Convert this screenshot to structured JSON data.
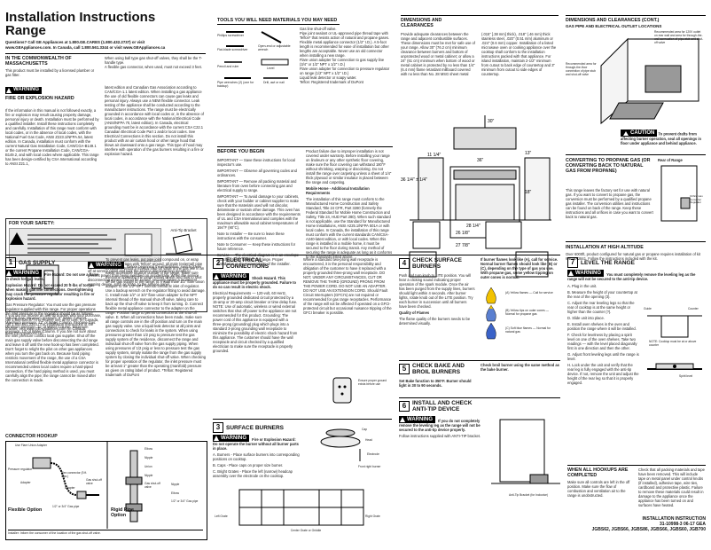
{
  "header": {
    "title_line1": "Installation Instructions",
    "title_line2": "Range",
    "questions": "Questions? Call GE Appliances at 1.800.GE.CARES (1.800.432.2737) or visit",
    "website": "www.GEAppliances.com. In Canada, call 1.800.561.3344 or visit www.GEAppliances.ca"
  },
  "mass": {
    "title": "IN THE COMMONWEALTH OF MASSACHUSETTS",
    "items": [
      "This product must be installed by a licensed plumber or gas fitter.",
      "When using ball type gas shut-off valves, they shall be the T-handle type.",
      "A flexible gas connector, when used, must not exceed 3 feet."
    ]
  },
  "fire": {
    "warning_label": "WARNING",
    "title": "FIRE OR EXPLOSION HAZARD",
    "col1": "If the information in this manual is not followed exactly, a fire or explosion may result causing property damage, personal injury or death. Installation must be performed by a qualified installer. Install these instructions completely and carefully. Installation of this range must conform with local codes, or in the absence of local codes, with the National Fuel Gas Code, ANSI Z223.1/NFPA.54, latest edition. In Canada, installation must conform with the current Natural Gas Installation Code, CAN/CGA-B149.1 or the current Propane Installation Code, CAN/CGA-B149.2, and with local codes where applicable. This range has been design-certified by CSA International according to ANSI Z21.1,",
    "col2": "latest edition and Canadian Gas Association according to CAN/CGA-1.1 latest edition. When installing a gas appliance the use of old flexible connectors can cause gas leaks and personal injury. Always use a NEW flexible connector. Leak testing of the appliance shall be conducted according to the manufacturer instructions. The range must be electrically grounded in accordance with local codes or, in the absence of local codes, in accordance with the National Electrical Code (ANSI/NFPA 70, latest edition). In Canada, electrical grounding must be in accordance with the current CSA C22.1 Canadian Electrical Code Part 1 and/or local codes. See Electrical Connections in this section. Do not install this product with an air curtain hood or other range hood that blows air downward onto a gas range. This type of hood may interfere with operation of the gas burners resulting in a fire or explosion hazard."
  },
  "safety": {
    "title": "FOR YOUR SAFETY:",
    "tipover": "Anti-Tip Bracket",
    "warning_label": "WARNING",
    "text": "Before beginning the installation, switch power off at service panel and lock the service disconnecting means to prevent power from being switched on accidentally. When the service disconnecting means cannot be locked, securely fasten a prominent warning device, such as a tag, to the service panel.",
    "footer": "If you did not receive an anti-tip bracket with your purchase, call 1.800.626.8774 to receive one at no cost. (In Canada, call 1.800.561.3344.) For installation instructions of the bracket, visit www.GEAppliances.com (In Canada, www.GEAppliances.ca)."
  },
  "tools": {
    "title": "TOOLS YOU WILL NEED MATERIALS YOU MAY NEED",
    "tool_labels": [
      "Phillips screwdriver",
      "Flat-blade screwdriver",
      "Open-end or adjustable wrench",
      "Pencil and ruler",
      "Level",
      "Pipe wrenches (2) (one for backup)",
      "Drill, awl or nail"
    ],
    "materials": [
      "Gas line shut-off valve.",
      "Pipe joint sealant or UL-approved pipe thread tape with Teflon* that resists action of natural and propane gases.",
      "Flexible metal appliance connector (1/2\" I.D.). A 5-foot length is recommended for ease of installation but other lengths are acceptable. Never use an old connector when installing a new range.",
      "Flare union adapter for connection to gas supply line (3/4\" or 1/2\" NPT x 1/2\" I.D.)",
      "Flare union adapter for connection to pressure regulator on range (1/2\" NPT x 1/2\" I.D.)",
      "Liquid leak detector or soapy water.",
      "Teflon: Registered trademark of DuPont"
    ]
  },
  "dimensions": {
    "title": "DIMENSIONS AND CLEARANCES",
    "text": "Provide adequate clearances between the range and adjacent combustible surfaces. These dimensions must be met for safe use of your range. Allow 30\" (76.2 cm) minimum clearance between burners and bottom of unprotected wood or metal cabinet; or allow a 24\" (61 cm) minimum when bottom of wood or metal cabinet is protected by no less than 1/4\" (6.4 mm) flame retardant millboard covered with no less than No. 28 MSG sheet metal (.015\" [.38 mm] thick), .018\" (.46 mm) thick stainless steel, .020\" (0.51 mm) aluminum or .024\" (0.6 mm) copper. Installation of a listed microwave oven or cooking appliance over the cooktop shall conform to the installation instructions packed with that appliance. For island installation, maintain 2-1/2\" minimum from cutout to back edge of countertop and 3\" minimum from cutout to side edges of countertop.",
    "labels": [
      "30\"",
      "36\"",
      "13\"",
      "11 1/4\"",
      "36 1/4\" ± 1/4\"",
      "27 7/8\"",
      "28 1/4\"",
      "26 1/8\"",
      "18\""
    ]
  },
  "clearances_right": {
    "title": "DIMENSIONS AND CLEARANCES (CONT.)",
    "subtitle": "GAS PIPE AND ELECTRICAL OUTLET LOCATIONS",
    "note1": "Recommended area for 120V outlet on rear wall and area for through-the-wall connection of pipe stub and shut-off valve",
    "note2": "Recommended area for through-the-floor connection of pipe stub and shut-off valve",
    "caution_label": "CAUTION",
    "caution_text": "To prevent drafts from affecting burner operation, seal all openings in floor under appliance and behind appliance."
  },
  "converting": {
    "title": "CONVERTING TO PROPANE GAS (OR CONVERTING BACK TO NATURAL GAS FROM PROPANE)",
    "text": "This range leaves the factory set for use with natural gas. If you want to convert to propane gas, the conversion must be performed by a qualified propane gas installer. The conversion utilities and instructions can be found on back of the range. Keep these instructions and all orifices in case you want to convert back to natural gas.",
    "rear_label": "Rear of Range",
    "orifice_label": "Orifice Hex Converter Regulator"
  },
  "altitude": {
    "title": "INSTALLATION AT HIGH ALTITUDE",
    "text": "Over 6000ft, product configured for natural gas or propane requires installation of kit WB49X2841. Follow the instructions included with the kit."
  },
  "before": {
    "title": "BEFORE YOU BEGIN",
    "items": [
      "IMPORTANT — Save these instructions for local inspector's use.",
      "IMPORTANT — Observe all governing codes and ordinances.",
      "IMPORTANT — Remove all packing material and literature from oven before connecting gas and electrical supply to range.",
      "IMPORTANT — To avoid damage to your cabinets, check with your builder or cabinet supplier to make sure that the materials used will not discolor, delaminate or sustain other damage. This oven has been designed in accordance with the requirements of UL and CSA International and complies with the maximum allowable wood cabinet temperatures of 194°F (90°C).",
      "Note to Installer — Be sure to leave these instructions with the consumer.",
      "Note to Consumer — Keep these instructions for future reference.",
      "Service — The electrical diagram is in an envelope attached to the back of the range. Proper installation is the responsibility of the installer."
    ],
    "col2": "Product failure due to improper installation is not covered under warranty. Before installing your range on linoleum or any other synthetic floor covering, make sure the floor covering can withstand 180°F without shrinking, warping or discoloring. Do not install the range over carpeting unless a sheet of 1/4\" thick plywood or similar insulator is placed between the range and carpeting.",
    "mobile_title": "Mobile Home - Additional Installation Requirements",
    "mobile_text": "The installation of this range must conform to the Manufactured Home Construction and Safety Standard, Title 24 CFR, Part 3280 (formerly the Federal Standard for Mobile Home Construction and Safety, Title 24, HUD Part 280). When such standard is not applicable, use the Standard for Manufactured Home Installations, ANSI A225.1/NFPA 501A or with local codes. In Canada, the installation of this range must conform with the current standards CAN/CSA-A240-latest edition, or with local codes. When this range is installed in a mobile home, it must be secured to the floor during transit. Any method of securing the range is adequate as long as it conforms to the standards listed above."
  },
  "sections": {
    "s1": {
      "num": "1",
      "title": "GAS SUPPLY",
      "warning_label": "WARNING",
      "warn_text": "Fire Hazard: Do not use a flame to check for gas leaks.",
      "warn2": "Explosion Hazard: Do not exceed 20 ft-lbs of torque when making gas line connections. Overtightening may crack the pressure regulator resulting in fire or explosion hazard.",
      "text": "Gas Pressure Regulator: You must use the gas pressure regulator supplied with this range. For proper operations the inlet pressure to the regulator should be as follows: Natural Gas: Minimum pressure: 6\" Water Column. Maximum pressure: 13\" of Water Column. Propane Gas: Minimum pressure: 11\" of Water Column. Maximum pressure: 13\" of Water Column. If you are not sure about the inlet pressure contact local gas supplier. Shut off the main gas supply valve before disconnecting the old range and leave it off until the new hook-up has been completed. Don't forget to relight the pilot on other gas appliances when you turn the gas back on. Because hard piping restricts movement of the range, the use of a CSA International certified flexible metal appliance connector is recommended unless local codes require a hard-piped connection. If the hard piping method is used, you must carefully align the pipe; the range cannot be moved after the connection is made.",
      "col2": "To prevent gas leaks, put pipe joint compound on, or wrap pipe thread tape with Teflon* around, all male (external) pipe threads. A. Install a manual shut-off valve in the gas line in an easily accessible location outside of the range. Make sure everyone operating the range knows where and how to shut off the gas supply to the range. B. Install male 1/2\" flare union adapter to the 1/2\" NPT internal thread at inlet of regulator. Use a backup wrench on the regulator fitting to avoid damage. C. Install male 1/2\" or 3/4\" flare union adapter to the NPT internal thread of the manual shut-off valve, taking care to back up the shut-off valve to keep it from turning. D. Connect flexible metal appliance connector to the adapter on the range. Position range to permit connection at the shut-off valve. E. When all connections have been made, make sure all range controls are in the off position and turn on the main gas supply valve. Use a liquid leak detector at all joints and connections to check for leaks in the system. When using pressures greater than 1/2 psig to pressure test the gas supply system of the residence, disconnect the range and individual shut-off valve from the gas supply piping. When using pressures of 1/2 psig or less to pressure test the gas supply system, simply isolate the range from the gas supply system by closing the individual shut-off valve. When checking for proper operation of the regulator, the inlet pressure must be at least 1\" greater than the operating (manifold) pressure as given on rating label of product. *Teflon: Registered trademark of DuPont",
      "connector_title": "CONNECTOR HOOKUP",
      "flexible": "Flexible Option",
      "rigid": "Rigid Pipe Option",
      "connector_labels": [
        "Use Flare Union Adapter",
        "Pressure regulator",
        "Adapter",
        "Flex connector (5 ft. max.)",
        "Adapter",
        "Gas shut-off valve",
        "1/2\" or 3/4\" Gas pipe",
        "Elbow",
        "Nipple",
        "Union",
        "Nipple",
        "Gas shut-off valve",
        "1/2\" or 3/4\" Gas pipe",
        "Nipple",
        "Elbow"
      ],
      "connector_note": "Installer: Inform the consumer of the location of the gas shut-off valve."
    },
    "s2": {
      "num": "2",
      "title": "ELECTRICAL CONNECTIONS",
      "warning_label": "WARNING",
      "warn_text": "Shock Hazard. This appliance must be properly grounded. Failure to do so can result in electric shock.",
      "text": "Electrical Requirements — 120-volt, 60 Hertz, properly grounded dedicated circuit protected by a 15-amp or 20-amp circuit breaker or time delay fuse. NOTE: Use of automatic, wireless or wired external switches that shut off power to the appliance are not recommended for this product. Grounding: The power cord of this appliance is equipped with a three-prong (grounding) plug which plugs into a standard 3-prong grounding wall receptacle to minimize the possibility of electric shock hazard from this appliance. The customer should have the wall receptacle and circuit checked by a qualified electrician to make sure the receptacle is properly grounded.",
      "col2": "Where a standard two-prong wall receptacle is encountered, it is the personal responsibility and obligation of the customer to have it replaced with a properly grounded three-prong wall receptacle. DO NOT, UNDER ANY CIRCUMSTANCES, CUT OR REMOVE THE THIRD (GROUND) PRONG FROM THE POWER CORD. DO NOT USE AN ADAPTER. DO NOT USE AN EXTENSION CORD. Should Fault Circuit Interrupters (GFCI's) are not required or recommended for gas range receptacles. Performance of the range will not be affected if operated on a GFCI-protected circuit but occasional nuisance tripping of the GFCI breaker is possible.",
      "plug_label": "Ensure proper ground exists before use"
    },
    "s3": {
      "num": "3",
      "title": "SURFACE BURNERS",
      "warning_label": "WARNING",
      "warn_text": "Fire or Explosion Hazard: Do not operate the burner without all burner parts in place.",
      "items": [
        "A. Burners - Place surface burners into corresponding positions on cooktop.",
        "B. Caps - Place caps on proper size burner.",
        "C. Bright Grates - Place the left (narrow) headcap assembly over the electrode on the cooktop."
      ],
      "labels": [
        "Cap",
        "Head",
        "Electrode",
        "Front right burner",
        "Left Grate",
        "Right Grate",
        "Center Grate or Griddle"
      ]
    },
    "s4": {
      "num": "4",
      "title": "CHECK SURFACE BURNERS",
      "text": "Push and turn knob to LITE position. You will hear a clicking sound indicating proper operation of the spark module. Once the air has been purged from the supply lines, burners should light within 4 seconds. After burner lights, rotate knob out of the LITE position. Try each burner in succession until all burners have been checked.",
      "quality_title": "Quality of Flames",
      "quality_text": "The flame quality of the burners needs to be determined visually.",
      "flames": [
        "(A) Yellow flames — Call for service",
        "(B) Yellow tips on outer cones — Normal for propane gas",
        "(C) Soft blue flames — Normal for natural gas"
      ],
      "col2": "If burner flames look like (A), call for service. Normal burner flames should look like (B) or (C), depending on the type of gas you use. With propane gas, some yellow tipping on outer cones is normal."
    },
    "s5": {
      "num": "5",
      "title": "CHECK BAKE AND BROIL BURNERS",
      "text": "Set Bake function to 350°F. Burner should light in 30 to 90 seconds.",
      "col2": "Check broil burner using the same method as the bake burner."
    },
    "s6": {
      "num": "6",
      "title": "INSTALL AND CHECK ANTI-TIP DEVICE",
      "warning_label": "WARNING",
      "warn_text": "If you do not completely remove the leveling leg as the range will not be secured to the anti-tip device properly.",
      "text": "Follow instructions supplied with ANTI-TIP bracket.",
      "tip_label": "Anti-Tip Bracket (for Inclusive)"
    },
    "s7": {
      "num": "7",
      "title": "LEVEL THE RANGE",
      "warning_label": "WARNING",
      "warn_text": "You must completely remove the leveling leg as the range will not be secured to the anti-tip device.",
      "items": [
        "A. Plug in the unit.",
        "B. Measure the height of your countertop at the rear of the opening (3).",
        "C. Adjust the rear leveling legs so that the rear of cooktop is at the same height or higher than the counter (?).",
        "D. Slide unit into place.",
        "E. Install oven shelves in the oven and position the range where it will be installed.",
        "F. Check for levelness by placing a spirit level on one of the oven shelves. Take two readings — with the level placed diagonally first in one direction and then the other.",
        "G. Adjust front leveling legs until the range is level.",
        "H. Lock under the unit and verify that the rear leg is fully engaged with the anti-tip device. If not, remove the unit and adjust the height of the rear leg so that it is properly engaged."
      ],
      "labels": [
        "Guide",
        "Counter",
        "NOTE: Cooktop must be at or above counter",
        "Spirit level"
      ]
    }
  },
  "completed": {
    "title": "WHEN ALL HOOKUPS ARE COMPLETED",
    "text": "Make sure all controls are left in the off position. Make sure the flow of combustion and ventilation air to the range is unobstructed.",
    "col2": "Check that all packing materials and tape have been removed. This will include tape on metal panel under control knobs (if installed), adhesive tape, wire ties, cardboard and protective plastic. Failure to remove these materials could result in damage to the appliance once the appliance has been turned on and surfaces have heated."
  },
  "footer": {
    "line1": "INSTALLATION INSTRUCTION",
    "line2": "31-10998-3   06-17   GEA",
    "line3": "JGBS62, JGBS66, JGBS86, JGBS66, JGBS60, JGB700"
  }
}
